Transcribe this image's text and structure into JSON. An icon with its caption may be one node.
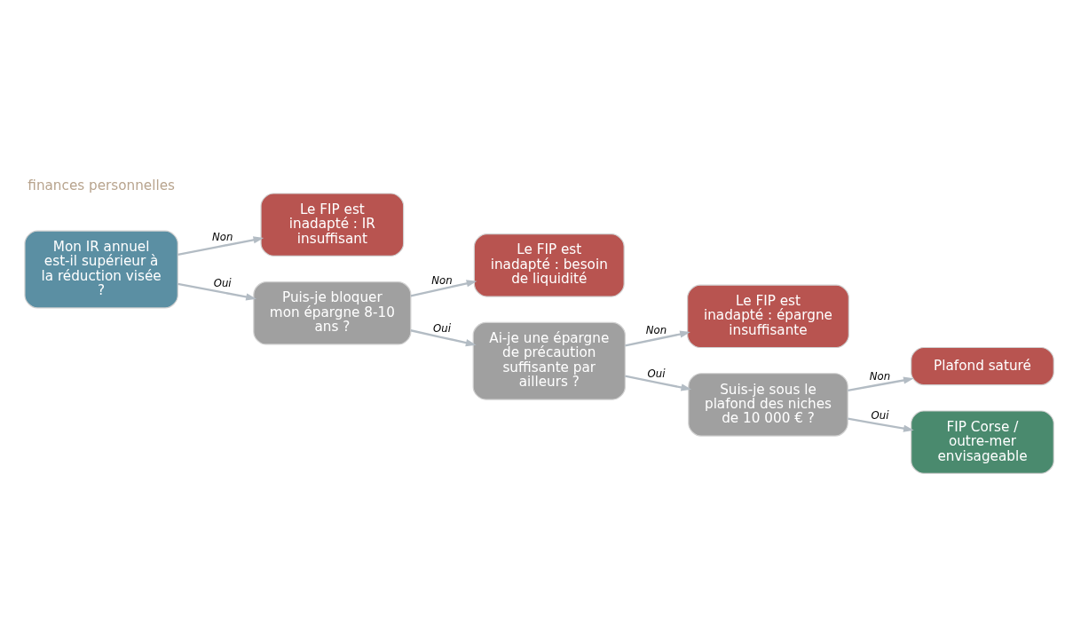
{
  "diagram": {
    "nodes": [
      {
        "text": [
          "Mon IR annuel est-il supérieur à la réduction visée ?"
        ]
      },
      {
        "text": [
          "Le FIP est inadapté : IR insuffisant"
        ]
      },
      {
        "text": [
          "Puis-je bloquer mon épargne 8-10 ans ?"
        ]
      },
      {
        "text": [
          "Le FIP est inadapté : besoin de liquidité"
        ]
      },
      {
        "text": [
          "Ai-je une épargne de précaution suffisante par ailleurs ?"
        ]
      },
      {
        "text": [
          "Le FIP est inadapté : épargne insuffisante"
        ]
      },
      {
        "text": [
          "Suis-je sous le plafond des niches de 10 000 € ?"
        ]
      },
      {
        "text": [
          "Plafond saturé"
        ]
      },
      {
        "text": [
          "FIP Corse / outre-mer envisageable"
        ]
      }
    ],
    "edges": [
      {
        "from": 0,
        "to": 1,
        "arrow": "to",
        "label": "Non"
      },
      {
        "from": 0,
        "to": 2,
        "arrow": "to",
        "label": "Oui"
      },
      {
        "from": 2,
        "to": 3,
        "arrow": "to",
        "label": "Non"
      },
      {
        "from": 2,
        "to": 4,
        "arrow": "to",
        "label": "Oui"
      },
      {
        "from": 4,
        "to": 5,
        "arrow": "to",
        "label": "Non"
      },
      {
        "from": 4,
        "to": 6,
        "arrow": "to",
        "label": "Oui"
      },
      {
        "from": 6,
        "to": 7,
        "arrow": "to",
        "label": "Non"
      },
      {
        "from": 6,
        "to": 8,
        "arrow": "to",
        "label": "Oui"
      }
    ],
    "labels": [
      "finances personnelles"
    ]
  }
}
